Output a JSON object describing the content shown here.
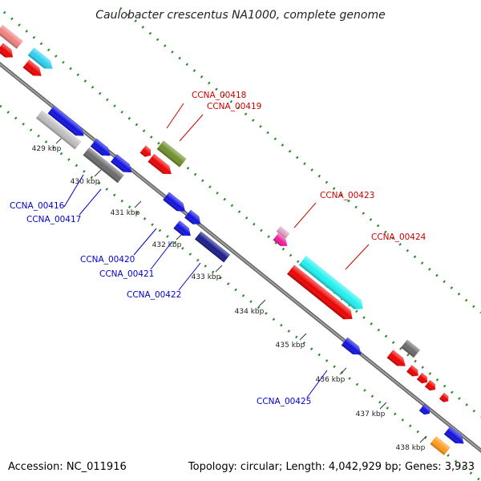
{
  "title": "Caulobacter crescentus NA1000, complete genome",
  "accession_text": "Accession: NC_011916",
  "summary_text": "Topology: circular; Length: 4,042,929 bp; Genes: 3,933",
  "colors": {
    "backbone": "#8a8a8a",
    "guide_dots": "#1f8a1f",
    "label_forward": "#cc0000",
    "label_reverse": "#0000cc",
    "ticks": "#333333"
  },
  "kbp_ticks": [
    "429 kbp",
    "430 kbp",
    "431 kbp",
    "432 kbp",
    "433 kbp",
    "434 kbp",
    "435 kbp",
    "436 kbp",
    "437 kbp",
    "438 kbp"
  ],
  "gene_labels": [
    {
      "name": "CCNA_00416",
      "strand": "reverse"
    },
    {
      "name": "CCNA_00417",
      "strand": "reverse"
    },
    {
      "name": "CCNA_00418",
      "strand": "forward"
    },
    {
      "name": "CCNA_00419",
      "strand": "forward"
    },
    {
      "name": "CCNA_00420",
      "strand": "reverse"
    },
    {
      "name": "CCNA_00421",
      "strand": "reverse"
    },
    {
      "name": "CCNA_00422",
      "strand": "reverse"
    },
    {
      "name": "CCNA_00423",
      "strand": "forward"
    },
    {
      "name": "CCNA_00424",
      "strand": "forward"
    },
    {
      "name": "CCNA_00425",
      "strand": "reverse"
    }
  ],
  "features": [
    {
      "name": "pink-feature",
      "color": "#f08080"
    },
    {
      "name": "cyan-feature",
      "color": "#2bd0f0"
    },
    {
      "name": "red-feature-1",
      "color": "#ee0000"
    },
    {
      "name": "red-feature-2",
      "color": "#ee0000"
    },
    {
      "name": "blue-feature-1",
      "color": "#1010e0"
    },
    {
      "name": "silver-feature",
      "color": "#bdbdbd"
    },
    {
      "name": "blue-feature-2",
      "color": "#1010e0"
    },
    {
      "name": "gray-feature",
      "color": "#6a6a6a"
    },
    {
      "name": "blue-feature-3",
      "color": "#1010e0"
    },
    {
      "name": "olive-feature",
      "color": "#6f8f2a"
    },
    {
      "name": "red-feature-3",
      "color": "#ee0000"
    },
    {
      "name": "red-feature-4",
      "color": "#ee0000"
    },
    {
      "name": "blue-feature-4",
      "color": "#1010e0"
    },
    {
      "name": "blue-feature-5",
      "color": "#1010e0"
    },
    {
      "name": "blue-feature-6",
      "color": "#1010e0"
    },
    {
      "name": "navy-feature",
      "color": "#1a1a8a"
    },
    {
      "name": "lightpink-feature",
      "color": "#e0a0c0"
    },
    {
      "name": "magenta-feature",
      "color": "#ee1a9a"
    },
    {
      "name": "cyan-feature-2",
      "color": "#22f0f0"
    },
    {
      "name": "red-feature-5",
      "color": "#ee0000"
    },
    {
      "name": "blue-feature-7",
      "color": "#1010e0"
    },
    {
      "name": "gray-feature-2",
      "color": "#6a6a6a"
    },
    {
      "name": "red-feature-6",
      "color": "#ee0000"
    },
    {
      "name": "red-feature-7",
      "color": "#ee0000"
    },
    {
      "name": "red-feature-8",
      "color": "#ee0000"
    },
    {
      "name": "red-feature-9",
      "color": "#ee0000"
    },
    {
      "name": "red-feature-10",
      "color": "#ee0000"
    },
    {
      "name": "blue-feature-8",
      "color": "#1010e0"
    },
    {
      "name": "orange-feature",
      "color": "#ff9a1a"
    },
    {
      "name": "blue-feature-9",
      "color": "#1010e0"
    }
  ]
}
